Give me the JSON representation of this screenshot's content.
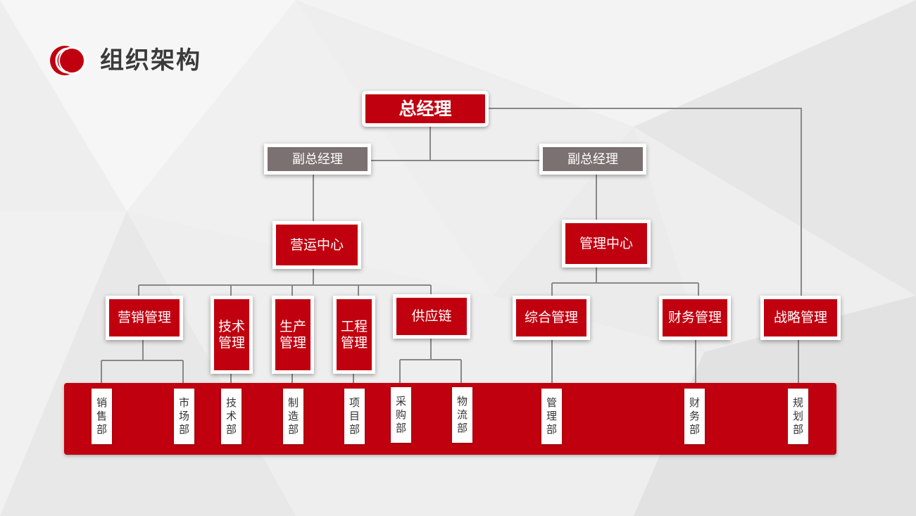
{
  "page": {
    "title": "组织架构"
  },
  "colors": {
    "brand_red": "#c1000f",
    "gray_box": "#7b7170",
    "connector": "#888888"
  },
  "org": {
    "ceo": "总经理",
    "vp_left": "副总经理",
    "vp_right": "副总经理",
    "ops_center": "营运中心",
    "mgmt_center": "管理中心",
    "marketing": "营销管理",
    "tech": "技术管理",
    "production": "生产管理",
    "engineering": "工程管理",
    "supply": "供应链",
    "general": "综合管理",
    "finance": "财务管理",
    "strategy": "战略管理"
  },
  "departments": {
    "sales": "销售部",
    "market": "市场部",
    "tech": "技术部",
    "manufacturing": "制造部",
    "project": "项目部",
    "purchasing": "采购部",
    "logistics": "物流部",
    "management": "管理部",
    "finance": "财务部",
    "planning": "规划部"
  }
}
